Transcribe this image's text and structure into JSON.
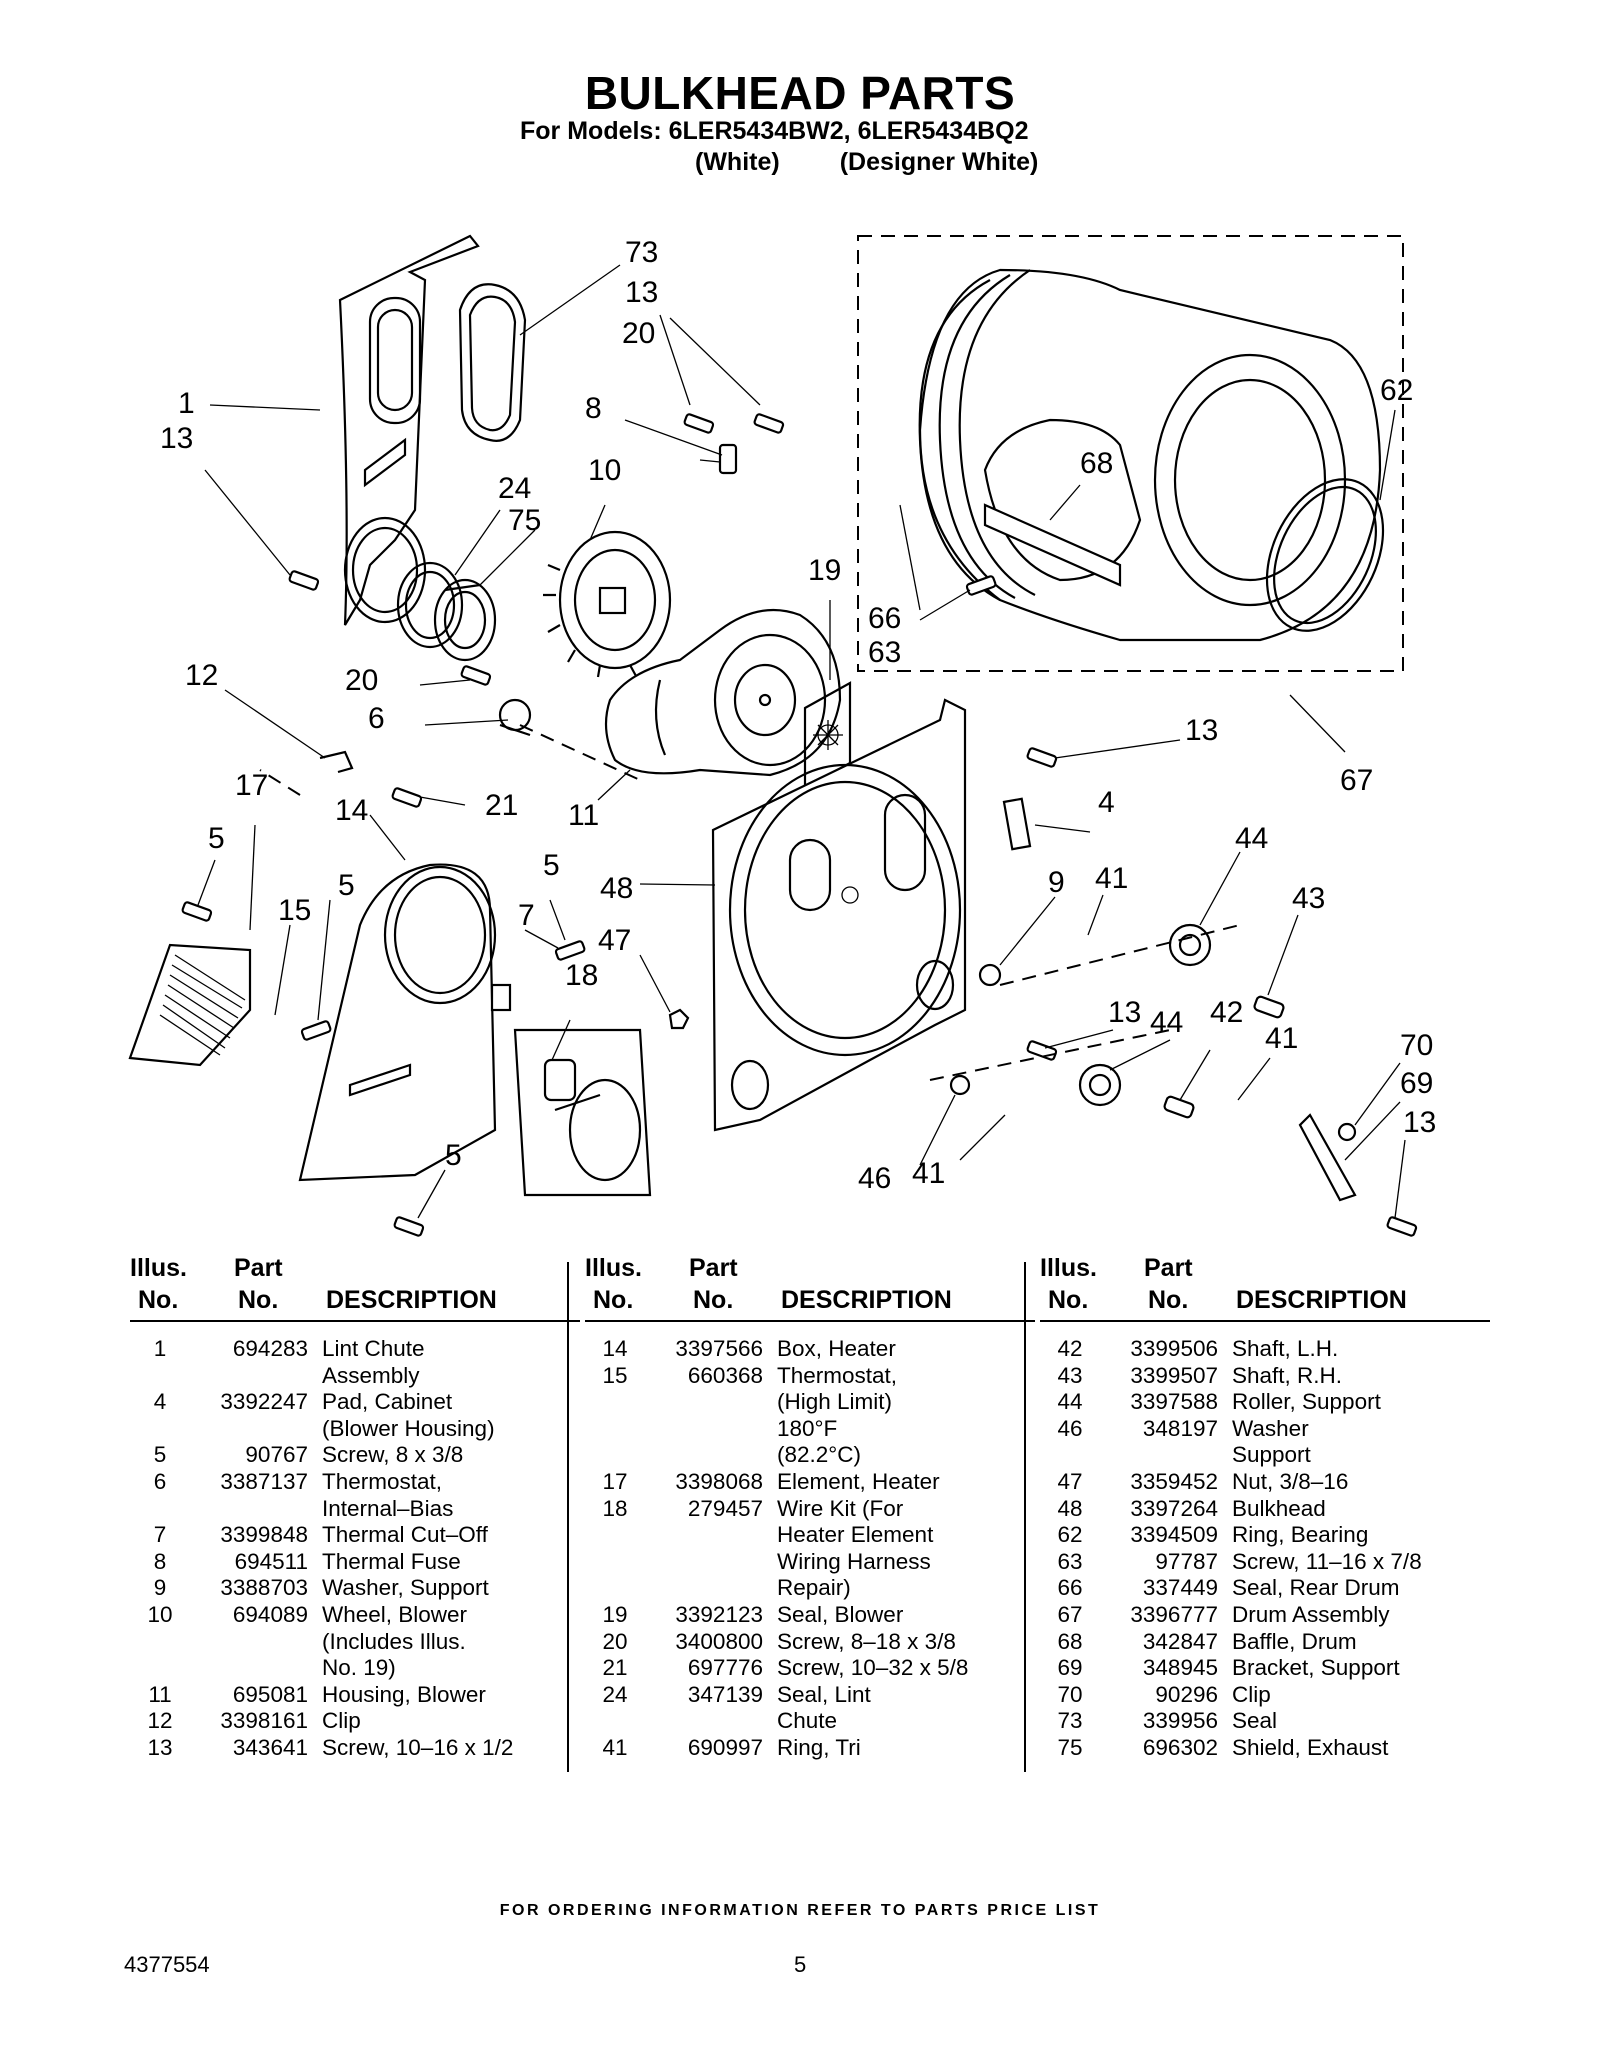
{
  "header": {
    "title": "BULKHEAD PARTS",
    "models_line": "For Models: 6LER5434BW2, 6LER5434BQ2",
    "variant_1": "(White)",
    "variant_2": "(Designer White)"
  },
  "callouts": [
    "73",
    "13",
    "20",
    "1",
    "13",
    "8",
    "24",
    "10",
    "75",
    "62",
    "68",
    "19",
    "66",
    "63",
    "12",
    "20",
    "6",
    "13",
    "21",
    "67",
    "17",
    "11",
    "14",
    "4",
    "44",
    "5",
    "5",
    "5",
    "48",
    "41",
    "9",
    "43",
    "15",
    "7",
    "47",
    "18",
    "13",
    "44",
    "42",
    "41",
    "70",
    "69",
    "13",
    "46",
    "41",
    "5"
  ],
  "table": {
    "headers": {
      "illus_line1": "Illus.",
      "illus_line2": "No.",
      "part_line1": "Part",
      "part_line2": "No.",
      "description": "DESCRIPTION"
    },
    "columns": [
      [
        {
          "no": "1",
          "part": "694283",
          "desc": [
            "Lint Chute",
            "Assembly"
          ]
        },
        {
          "no": "4",
          "part": "3392247",
          "desc": [
            "Pad, Cabinet",
            "(Blower Housing)"
          ]
        },
        {
          "no": "5",
          "part": "90767",
          "desc": [
            "Screw, 8 x 3/8"
          ]
        },
        {
          "no": "6",
          "part": "3387137",
          "desc": [
            "Thermostat,",
            "Internal–Bias"
          ]
        },
        {
          "no": "7",
          "part": "3399848",
          "desc": [
            "Thermal Cut–Off"
          ]
        },
        {
          "no": "8",
          "part": "694511",
          "desc": [
            "Thermal Fuse"
          ]
        },
        {
          "no": "9",
          "part": "3388703",
          "desc": [
            "Washer, Support"
          ]
        },
        {
          "no": "10",
          "part": "694089",
          "desc": [
            "Wheel, Blower",
            "(Includes Illus.",
            "No. 19)"
          ]
        },
        {
          "no": "11",
          "part": "695081",
          "desc": [
            "Housing, Blower"
          ]
        },
        {
          "no": "12",
          "part": "3398161",
          "desc": [
            "Clip"
          ]
        },
        {
          "no": "13",
          "part": "343641",
          "desc": [
            "Screw, 10–16 x 1/2"
          ]
        }
      ],
      [
        {
          "no": "14",
          "part": "3397566",
          "desc": [
            "Box, Heater"
          ]
        },
        {
          "no": "15",
          "part": "660368",
          "desc": [
            "Thermostat,",
            "(High Limit)",
            "180°F",
            "(82.2°C)"
          ]
        },
        {
          "no": "17",
          "part": "3398068",
          "desc": [
            "Element, Heater"
          ]
        },
        {
          "no": "18",
          "part": "279457",
          "desc": [
            "Wire Kit (For",
            "Heater Element",
            "Wiring Harness",
            "Repair)"
          ]
        },
        {
          "no": "19",
          "part": "3392123",
          "desc": [
            "Seal, Blower"
          ]
        },
        {
          "no": "20",
          "part": "3400800",
          "desc": [
            "Screw, 8–18 x 3/8"
          ]
        },
        {
          "no": "21",
          "part": "697776",
          "desc": [
            "Screw, 10–32 x 5/8"
          ]
        },
        {
          "no": "24",
          "part": "347139",
          "desc": [
            "Seal, Lint",
            "Chute"
          ]
        },
        {
          "no": "41",
          "part": "690997",
          "desc": [
            "Ring, Tri"
          ]
        }
      ],
      [
        {
          "no": "42",
          "part": "3399506",
          "desc": [
            "Shaft, L.H."
          ]
        },
        {
          "no": "43",
          "part": "3399507",
          "desc": [
            "Shaft, R.H."
          ]
        },
        {
          "no": "44",
          "part": "3397588",
          "desc": [
            "Roller, Support"
          ]
        },
        {
          "no": "46",
          "part": "348197",
          "desc": [
            "Washer",
            "Support"
          ]
        },
        {
          "no": "47",
          "part": "3359452",
          "desc": [
            "Nut, 3/8–16"
          ]
        },
        {
          "no": "48",
          "part": "3397264",
          "desc": [
            "Bulkhead"
          ]
        },
        {
          "no": "62",
          "part": "3394509",
          "desc": [
            "Ring, Bearing"
          ]
        },
        {
          "no": "63",
          "part": "97787",
          "desc": [
            "Screw, 11–16 x 7/8"
          ]
        },
        {
          "no": "66",
          "part": "337449",
          "desc": [
            "Seal, Rear Drum"
          ]
        },
        {
          "no": "67",
          "part": "3396777",
          "desc": [
            "Drum Assembly"
          ]
        },
        {
          "no": "68",
          "part": "342847",
          "desc": [
            "Baffle, Drum"
          ]
        },
        {
          "no": "69",
          "part": "348945",
          "desc": [
            "Bracket, Support"
          ]
        },
        {
          "no": "70",
          "part": "90296",
          "desc": [
            "Clip"
          ]
        },
        {
          "no": "73",
          "part": "339956",
          "desc": [
            "Seal"
          ]
        },
        {
          "no": "75",
          "part": "696302",
          "desc": [
            "Shield, Exhaust"
          ]
        }
      ]
    ]
  },
  "footer": {
    "note": "FOR ORDERING INFORMATION REFER TO PARTS PRICE LIST",
    "doc_number": "4377554",
    "page_number": "5"
  }
}
